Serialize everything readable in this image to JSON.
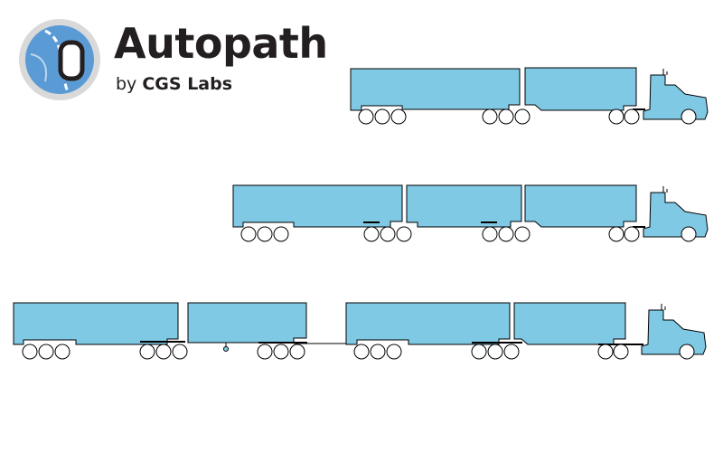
{
  "brand": {
    "title": "Autopath",
    "by": "by",
    "company": "CGS Labs"
  },
  "icons": {
    "logo": "autopath-logo-icon"
  },
  "colors": {
    "trailer_fill": "#80c9e4",
    "outline": "#000000",
    "logo_blue": "#5b9bd5",
    "logo_ring": "#d9d9d9",
    "text": "#231f20"
  }
}
